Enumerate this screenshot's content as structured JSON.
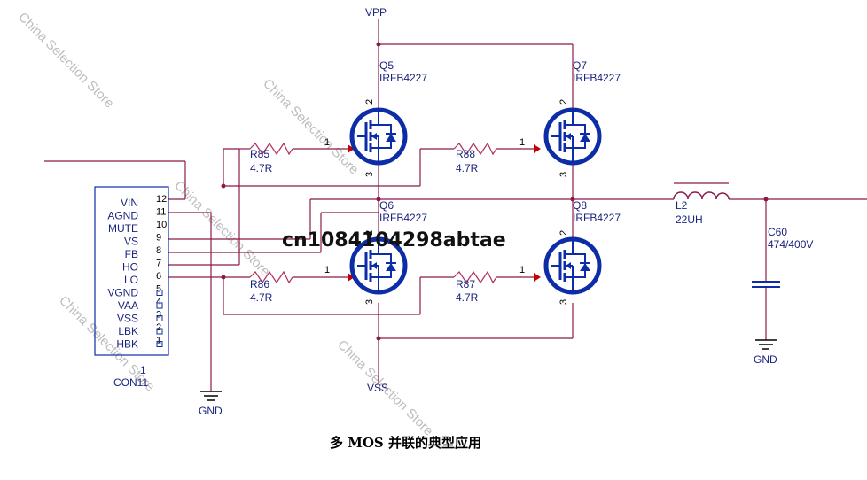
{
  "caption": "多 MOS 并联的典型应用",
  "overlay_text": "cn1084104298abtae",
  "watermark": "China Selection Store",
  "colors": {
    "wire": "#8b1a4a",
    "mosfet": "#0d2ca8",
    "label": "#1a237e",
    "resistor": "#b03060"
  },
  "rails": {
    "vpp": "VPP",
    "vss": "VSS"
  },
  "gnd_label": "GND",
  "connector": {
    "ref": "1",
    "name": "CON11",
    "pins": [
      {
        "name": "VIN",
        "num": "12"
      },
      {
        "name": "AGND",
        "num": "11"
      },
      {
        "name": "MUTE",
        "num": "10"
      },
      {
        "name": "VS",
        "num": "9"
      },
      {
        "name": "FB",
        "num": "8"
      },
      {
        "name": "HO",
        "num": "7"
      },
      {
        "name": "LO",
        "num": "6"
      },
      {
        "name": "VGND",
        "num": "5"
      },
      {
        "name": "VAA",
        "num": "4"
      },
      {
        "name": "VSS",
        "num": "3"
      },
      {
        "name": "LBK",
        "num": "2"
      },
      {
        "name": "HBK",
        "num": "1"
      }
    ]
  },
  "mosfets": [
    {
      "ref": "Q5",
      "part": "IRFB4227",
      "gate": "1",
      "drain": "2",
      "source": "3"
    },
    {
      "ref": "Q7",
      "part": "IRFB4227",
      "gate": "1",
      "drain": "2",
      "source": "3"
    },
    {
      "ref": "Q6",
      "part": "IRFB4227",
      "gate": "1",
      "drain": "2",
      "source": "3"
    },
    {
      "ref": "Q8",
      "part": "IRFB4227",
      "gate": "1",
      "drain": "2",
      "source": "3"
    }
  ],
  "resistors": [
    {
      "ref": "R85",
      "value": "4.7R"
    },
    {
      "ref": "R88",
      "value": "4.7R"
    },
    {
      "ref": "R86",
      "value": "4.7R"
    },
    {
      "ref": "R87",
      "value": "4.7R"
    }
  ],
  "inductor": {
    "ref": "L2",
    "value": "22UH"
  },
  "capacitor": {
    "ref": "C60",
    "value": "474/400V"
  }
}
